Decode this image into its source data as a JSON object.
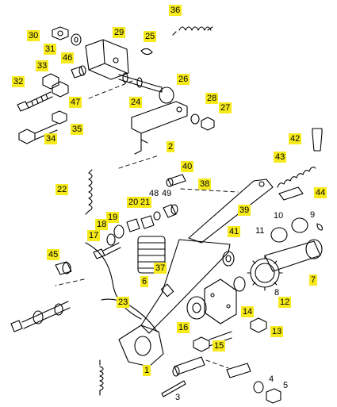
{
  "diagram": {
    "callouts": [
      {
        "id": "c36",
        "text": "36",
        "highlight": true
      },
      {
        "id": "c30",
        "text": "30",
        "highlight": true
      },
      {
        "id": "c29",
        "text": "29",
        "highlight": true
      },
      {
        "id": "c25",
        "text": "25",
        "highlight": true
      },
      {
        "id": "c31",
        "text": "31",
        "highlight": true
      },
      {
        "id": "c46",
        "text": "46",
        "highlight": true
      },
      {
        "id": "c33",
        "text": "33",
        "highlight": true
      },
      {
        "id": "c26",
        "text": "26",
        "highlight": true
      },
      {
        "id": "c32",
        "text": "32",
        "highlight": true
      },
      {
        "id": "c47",
        "text": "47",
        "highlight": true
      },
      {
        "id": "c24",
        "text": "24",
        "highlight": true
      },
      {
        "id": "c28",
        "text": "28",
        "highlight": true
      },
      {
        "id": "c27",
        "text": "27",
        "highlight": true
      },
      {
        "id": "c35",
        "text": "35",
        "highlight": true
      },
      {
        "id": "c2",
        "text": "2",
        "highlight": true
      },
      {
        "id": "c34",
        "text": "34",
        "highlight": true
      },
      {
        "id": "c42",
        "text": "42",
        "highlight": true
      },
      {
        "id": "c43",
        "text": "43",
        "highlight": true
      },
      {
        "id": "c40",
        "text": "40",
        "highlight": true
      },
      {
        "id": "c22",
        "text": "22",
        "highlight": true
      },
      {
        "id": "c38",
        "text": "38",
        "highlight": true
      },
      {
        "id": "c44",
        "text": "44",
        "highlight": true
      },
      {
        "id": "c48",
        "text": "48",
        "highlight": false
      },
      {
        "id": "c49",
        "text": "49",
        "highlight": false
      },
      {
        "id": "c20",
        "text": "20",
        "highlight": true
      },
      {
        "id": "c21",
        "text": "21",
        "highlight": true
      },
      {
        "id": "c39",
        "text": "39",
        "highlight": true
      },
      {
        "id": "c10",
        "text": "10",
        "highlight": false
      },
      {
        "id": "c9",
        "text": "9",
        "highlight": false
      },
      {
        "id": "c19",
        "text": "19",
        "highlight": true
      },
      {
        "id": "c18",
        "text": "18",
        "highlight": true
      },
      {
        "id": "c11",
        "text": "11",
        "highlight": false
      },
      {
        "id": "c17",
        "text": "17",
        "highlight": true
      },
      {
        "id": "c41",
        "text": "41",
        "highlight": true
      },
      {
        "id": "c45",
        "text": "45",
        "highlight": true
      },
      {
        "id": "c37",
        "text": "37",
        "highlight": true
      },
      {
        "id": "c7",
        "text": "7",
        "highlight": true
      },
      {
        "id": "c6",
        "text": "6",
        "highlight": true
      },
      {
        "id": "c8",
        "text": "8",
        "highlight": false
      },
      {
        "id": "c12",
        "text": "12",
        "highlight": true
      },
      {
        "id": "c23",
        "text": "23",
        "highlight": true
      },
      {
        "id": "c14",
        "text": "14",
        "highlight": true
      },
      {
        "id": "c16",
        "text": "16",
        "highlight": true
      },
      {
        "id": "c13",
        "text": "13",
        "highlight": true
      },
      {
        "id": "c15",
        "text": "15",
        "highlight": true
      },
      {
        "id": "c1",
        "text": "1",
        "highlight": true
      },
      {
        "id": "c4",
        "text": "4",
        "highlight": false
      },
      {
        "id": "c5",
        "text": "5",
        "highlight": false
      },
      {
        "id": "c3",
        "text": "3",
        "highlight": false
      }
    ]
  }
}
